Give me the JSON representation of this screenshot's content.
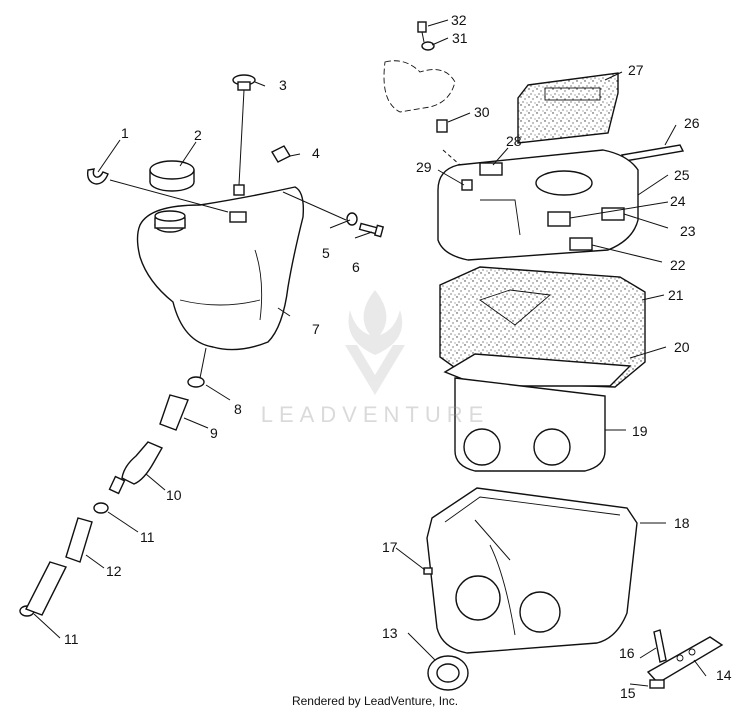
{
  "callouts": [
    "1",
    "2",
    "3",
    "4",
    "5",
    "6",
    "7",
    "8",
    "9",
    "10",
    "11",
    "12",
    "11",
    "13",
    "14",
    "15",
    "16",
    "17",
    "18",
    "19",
    "20",
    "21",
    "22",
    "23",
    "24",
    "25",
    "26",
    "27",
    "28",
    "29",
    "30",
    "31",
    "32"
  ],
  "watermark_text": "LEADVENTURE",
  "footer_text": "Rendered by LeadVenture, Inc."
}
